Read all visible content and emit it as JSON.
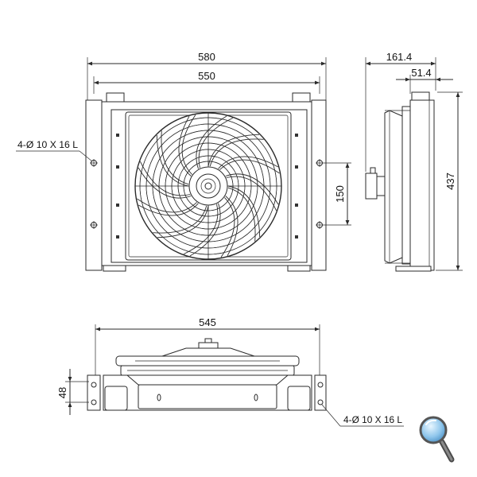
{
  "drawing": {
    "line_color": "#2a2a2a"
  },
  "front_view": {
    "dim_overall_width": "580",
    "dim_hole_span": "550",
    "dim_hole_spacing": "150",
    "hole_callout": "4-Ø 10 X 16 L"
  },
  "side_view": {
    "dim_overall_depth": "161.4",
    "dim_body_depth": "51.4",
    "dim_overall_height": "437"
  },
  "bottom_view": {
    "dim_width": "545",
    "dim_bracket_hole_spacing": "48",
    "hole_callout": "4-Ø 10 X 16 L"
  },
  "toolbar": {
    "zoom_icon": "magnifier-icon"
  }
}
